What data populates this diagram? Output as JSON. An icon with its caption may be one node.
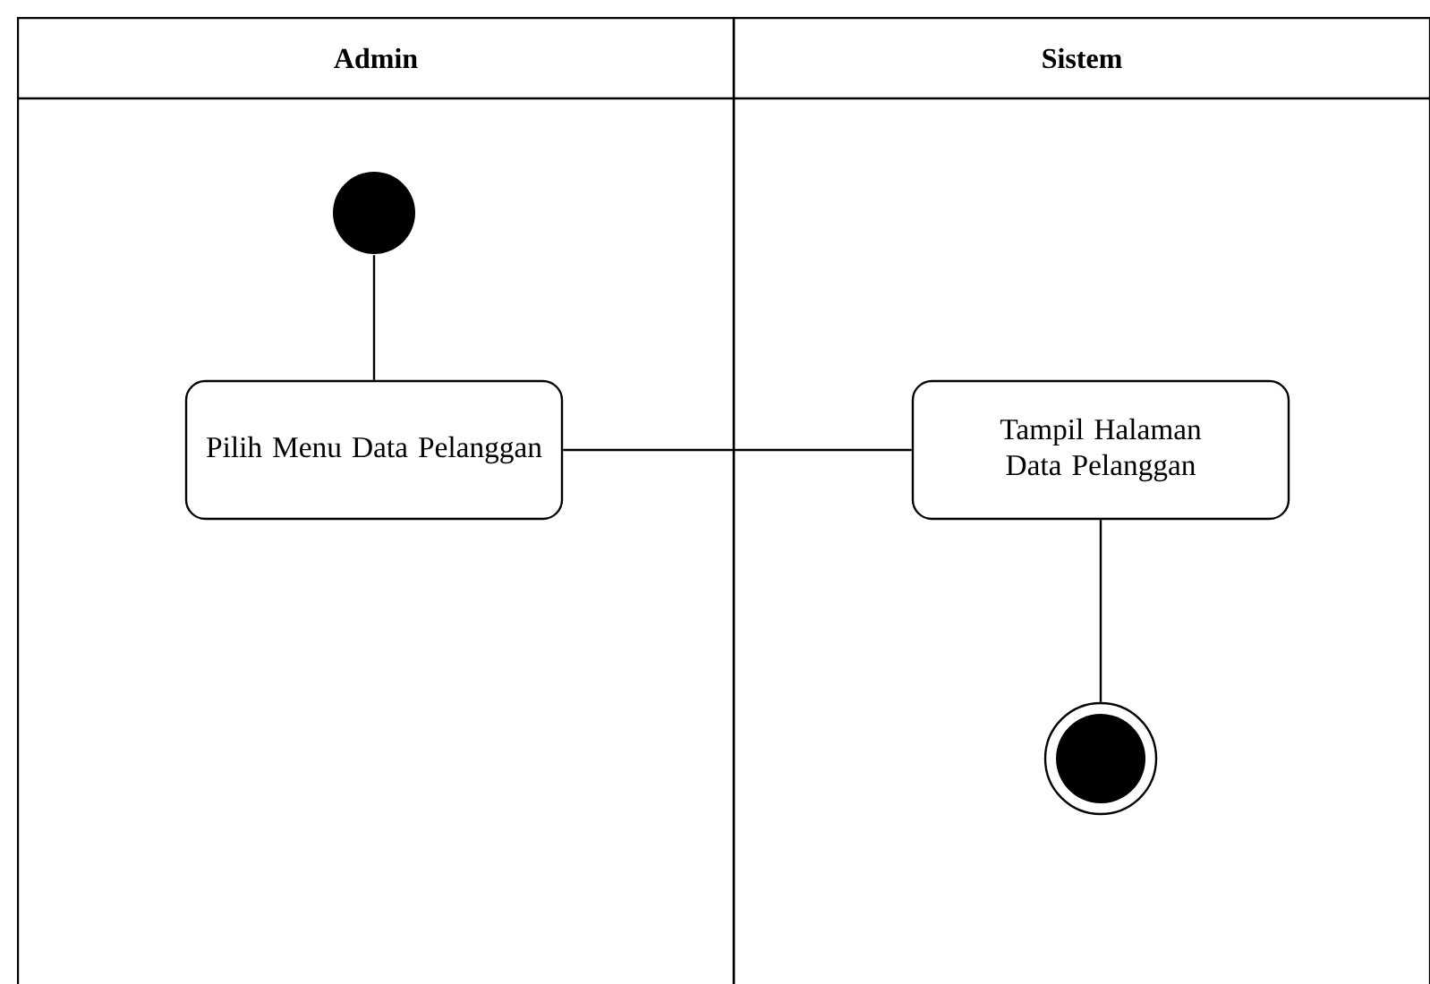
{
  "diagram": {
    "nodes": [
      {
        "text": [
          "Admin"
        ]
      },
      {
        "text": [
          "Sistem"
        ]
      },
      {
        "text": [],
        "shape": "circle",
        "in": 0
      },
      {
        "text": [
          "Pilih Menu Data Pelanggan"
        ],
        "in": 0
      },
      {
        "text": [
          "Tampil Halaman Data Pelanggan"
        ],
        "in": 1
      },
      {
        "text": [],
        "shape": "circle",
        "in": 1
      }
    ],
    "edges": [
      {
        "from": 2,
        "to": 3,
        "arrow": "none"
      },
      {
        "from": 3,
        "to": 4,
        "arrow": "none"
      },
      {
        "from": 4,
        "to": 5,
        "arrow": "none"
      }
    ]
  }
}
